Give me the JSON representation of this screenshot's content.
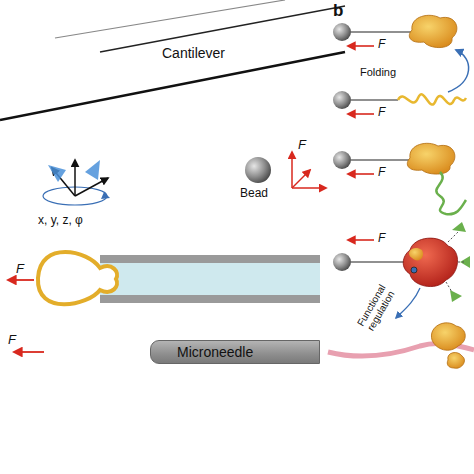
{
  "diagram": {
    "nodes": [
      {
        "text": [
          "Cantilever"
        ]
      },
      {
        "text": [
          "Microneedle"
        ]
      }
    ],
    "labels": [
      "x, y, z, φ",
      "Bead",
      "F",
      "F",
      "F",
      "b",
      "F",
      "Folding",
      "F",
      "F",
      "F",
      "Functional regulation"
    ]
  }
}
